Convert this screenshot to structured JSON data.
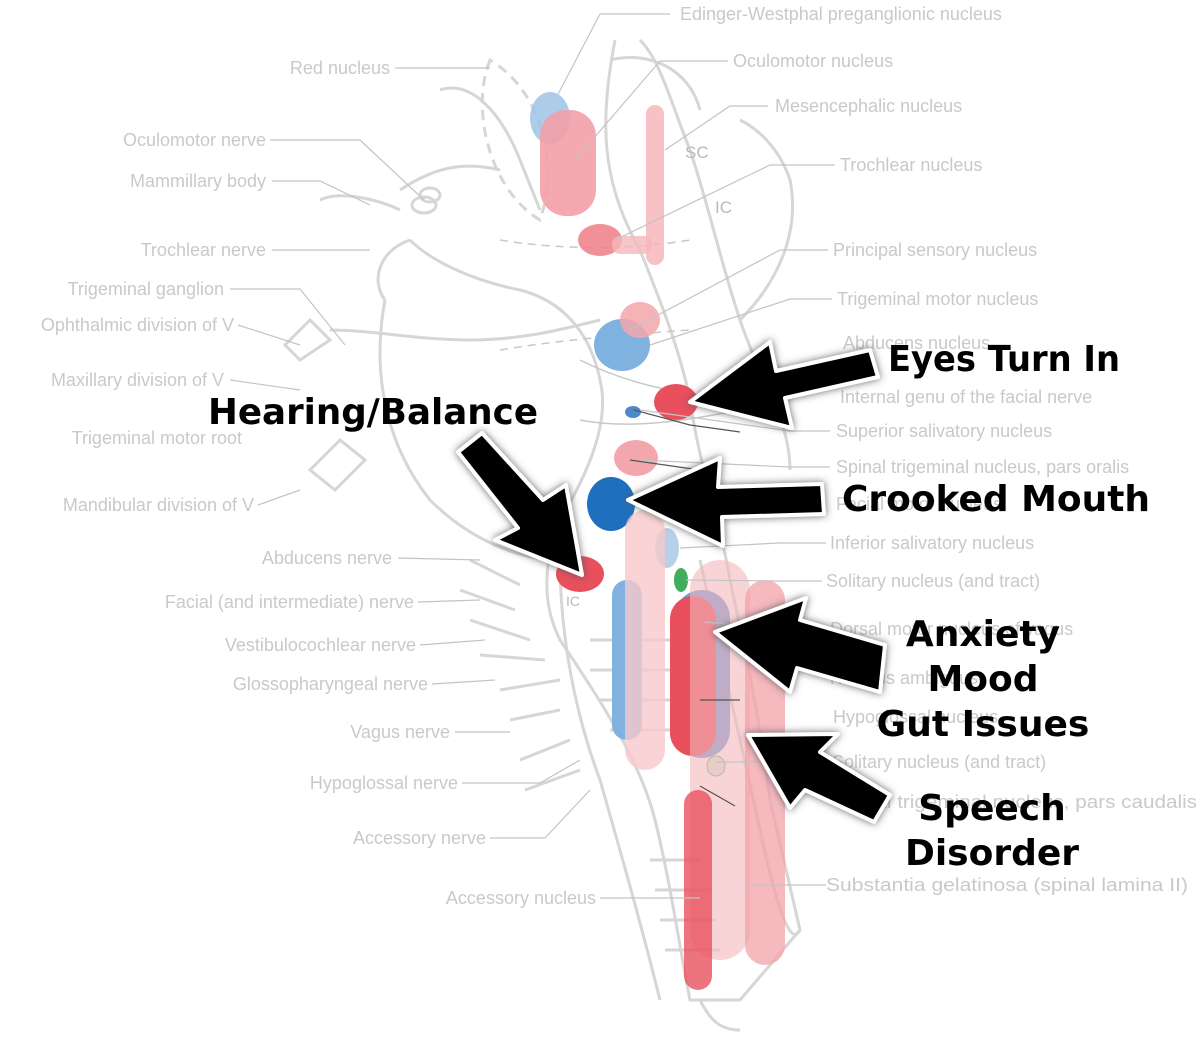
{
  "labels_left": [
    "Red nucleus",
    "Oculomotor nerve",
    "Mammillary body",
    "Trochlear nerve",
    "Trigeminal ganglion",
    "Ophthalmic division of V",
    "Maxillary division of V",
    "Trigeminal motor root",
    "Mandibular division of V",
    "Abducens nerve",
    "Facial (and intermediate) nerve",
    "Vestibulocochlear nerve",
    "Glossopharyngeal nerve",
    "Vagus nerve",
    "Hypoglossal nerve",
    "Accessory nerve",
    "Accessory nucleus"
  ],
  "labels_right": [
    "Edinger-Westphal preganglionic nucleus",
    "Oculomotor nucleus",
    "Mesencephalic nucleus",
    "Trochlear nucleus",
    "Principal sensory nucleus",
    "Trigeminal motor nucleus",
    "Abducens nucleus",
    "Internal genu of the facial nerve",
    "Superior salivatory nucleus",
    "Spinal trigeminal nucleus, pars oralis",
    "Facial motor nucleus",
    "Inferior salivatory nucleus",
    "Solitary nucleus (and tract)",
    "Dorsal motor nucleus of vagus",
    "Nucleus ambiguus",
    "Hypoglossal nucleus",
    "Solitary nucleus (and tract)",
    "Spinal trigeminal nucleus, pars caudalis",
    "Substantia gelatinosa (spinal lamina II)"
  ],
  "inner_labels": {
    "sc": "SC",
    "ic": "IC",
    "ic_lower": "IC"
  },
  "callouts": {
    "eyes": "Eyes Turn In",
    "hearing": "Hearing/Balance",
    "mouth": "Crooked Mouth",
    "mood": [
      "Anxiety",
      "Mood",
      "Gut Issues"
    ],
    "speech": [
      "Speech",
      "Disorder"
    ]
  },
  "colors": {
    "motor_red": "#e8505e",
    "motor_pink": "#f3a6ab",
    "sensory_blue": "#7fb2de",
    "deep_blue": "#1f6fbf",
    "green": "#3fae5c",
    "arrow": "#000000"
  }
}
